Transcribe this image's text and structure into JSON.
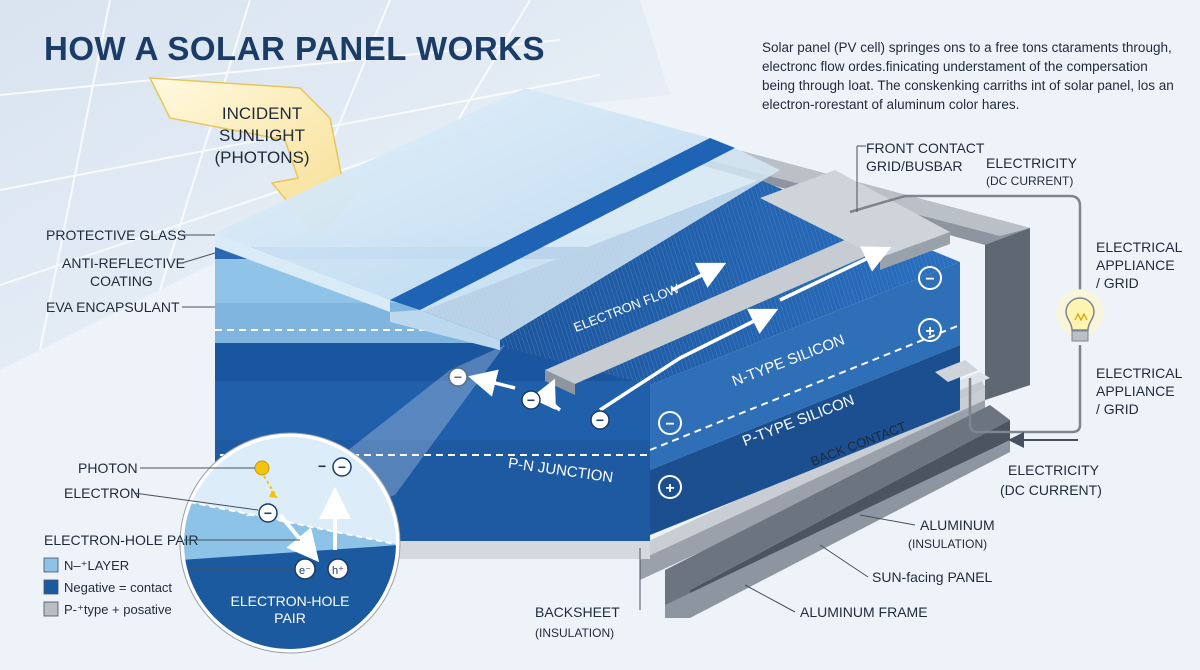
{
  "title": "HOW A SOLAR PANEL WORKS",
  "description": "Solar panel (PV cell) springes ons to a free tons ctaraments through, electronc flow ordes.finicating understament of the compersation being through loat. The conskenking carriths int of solar panel, los an electron-rorestant of aluminum color hares.",
  "sunlight": {
    "line1": "INCIDENT",
    "line2": "SUNLIGHT",
    "line3": "(PHOTONS)"
  },
  "left_labels": {
    "protective_glass": "PROTECTIVE GLASS",
    "anti_reflective_1": "ANTI-REFLECTIVE",
    "anti_reflective_2": "COATING",
    "eva": "EVA ENCAPSULANT"
  },
  "front_contact": {
    "line1": "FRONT CONTACT",
    "line2": "GRID/BUSBAR"
  },
  "electricity_top": {
    "line1": "ELECTRICITY",
    "line2": "(DC CURRENT)"
  },
  "appliance_1": {
    "line1": "ELECTRICAL",
    "line2": "APPLIANCE",
    "line3": "/ GRID"
  },
  "appliance_2": {
    "line1": "ELECTRICAL",
    "line2": "APPLIANCE",
    "line3": "/ GRID"
  },
  "electricity_bottom": {
    "line1": "ELECTRICITY",
    "line2": "(DC CURRENT)"
  },
  "layers": {
    "electron_flow": "ELECTRON FLOW",
    "n_type": "N-TYPE SILICON",
    "p_type": "P-TYPE SILICON",
    "pn_junction": "P-N JUNCTION",
    "back_contact": "BACK CONTACT"
  },
  "bottom_labels": {
    "aluminum": "ALUMINUM",
    "aluminum_sub": "(INSULATION)",
    "sun_facing": "SUN-facing PANEL",
    "aluminum_frame": "ALUMINUM FRAME",
    "backsheet": "BACKSHEET",
    "backsheet_sub": "(INSULATION)"
  },
  "inset": {
    "photon": "PHOTON",
    "electron": "ELECTRON",
    "pair_label": "ELECTRON-HOLE PAIR",
    "caption_1": "ELECTRON-HOLE",
    "caption_2": "PAIR",
    "e_symbol": "e⁻",
    "h_symbol": "h⁺"
  },
  "legend": [
    {
      "label": "N–⁺LAYER",
      "color": "#8ec3e8"
    },
    {
      "label": "Negative = contact",
      "color": "#1c5aa0"
    },
    {
      "label": "P-⁺type + posative",
      "color": "#b9bec6"
    }
  ],
  "signs": {
    "minus": "−",
    "plus": "+"
  },
  "colors": {
    "navy": "#1b3c66",
    "cell_blue": "#1c5aa0",
    "light_blue": "#8ec3e8",
    "frame_gray": "#7d858f",
    "photon_yellow": "#f1c40f"
  }
}
